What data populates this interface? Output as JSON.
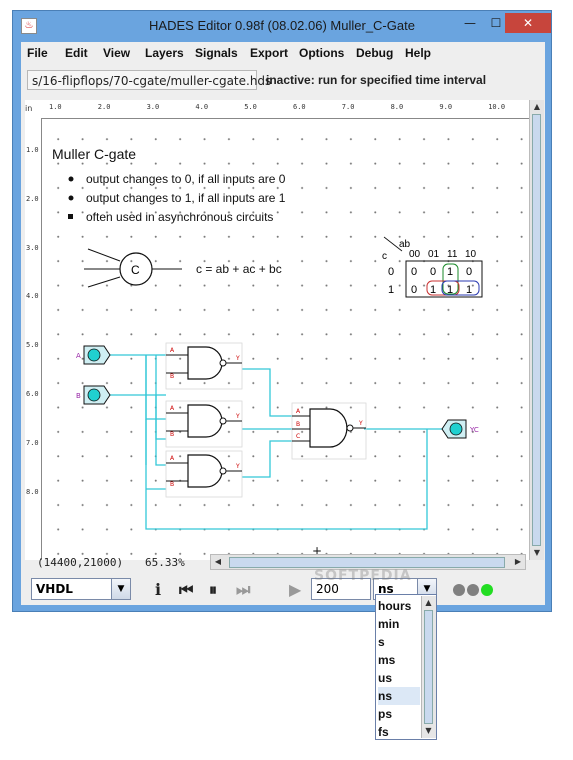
{
  "window": {
    "title": "HADES Editor 0.98f (08.02.06)   Muller_C-Gate",
    "app_icon": "java-cup-icon",
    "minimize_glyph": "—",
    "maximize_glyph": "☐",
    "close_glyph": "✕"
  },
  "menu": [
    "File",
    "Edit",
    "View",
    "Layers",
    "Signals",
    "Export",
    "Options",
    "Debug",
    "Help"
  ],
  "path_field": "s/16-flipflops/70-cgate/muller-cgate.hds",
  "status": "inactive: run for specified time interval",
  "ruler": {
    "unit": "in",
    "top_ticks": [
      "1.0",
      "2.0",
      "3.0",
      "4.0",
      "5.0",
      "6.0",
      "7.0",
      "8.0",
      "9.0",
      "10.0"
    ],
    "left_ticks": [
      "1.0",
      "2.0",
      "3.0",
      "4.0",
      "5.0",
      "6.0",
      "7.0",
      "8.0"
    ]
  },
  "schematic": {
    "heading": "Muller C-gate",
    "bullets": [
      "output changes to 0, if all inputs are 0",
      "output changes to 1, if all inputs are 1",
      "often used in asynchronous circuits"
    ],
    "symbol_label": "C",
    "equation": "c = ab + ac + bc",
    "kmap": {
      "corner_top": "ab",
      "corner_left": "c",
      "cols": [
        "00",
        "01",
        "11",
        "10"
      ],
      "rows": [
        {
          "label": "0",
          "cells": [
            "0",
            "0",
            "1",
            "0"
          ]
        },
        {
          "label": "1",
          "cells": [
            "0",
            "1",
            "1",
            "1"
          ]
        }
      ]
    },
    "inputs": [
      "A",
      "B"
    ],
    "output": "YC",
    "gate_pins": {
      "in_a": "A",
      "in_b": "B",
      "in_c": "C",
      "out": "Y"
    }
  },
  "footer": {
    "coords": "(14400,21000)",
    "zoom": "65.33%"
  },
  "toolbar": {
    "language": "VHDL",
    "sim_time": "200",
    "unit_selected": "ns",
    "icons": [
      "info-icon",
      "rewind-icon",
      "pause-icon",
      "fast-forward-icon",
      "play-icon"
    ]
  },
  "unit_options": [
    "hours",
    "min",
    "s",
    "ms",
    "us",
    "ns",
    "ps",
    "fs"
  ],
  "watermark": "SOFTPEDIA",
  "colors": {
    "wire": "#33c8d8",
    "led_idle": "#808080",
    "led_active": "#22dd22",
    "io_fill": "#20d0d0"
  }
}
